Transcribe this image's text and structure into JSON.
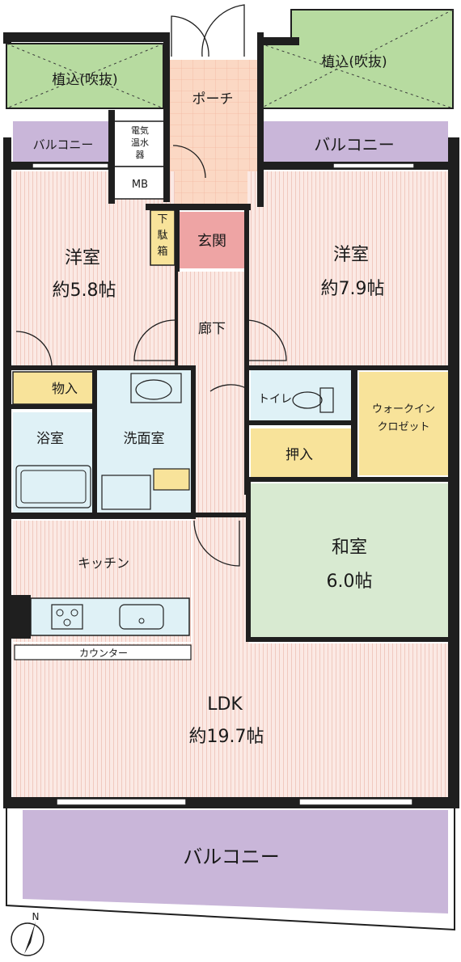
{
  "rooms": {
    "planter_left": "植込(吹抜)",
    "planter_right": "植込(吹抜)",
    "porch": "ポーチ",
    "balcony_top_left": "バルコニー",
    "balcony_top_right": "バルコニー",
    "water_heater": "電気温水器",
    "meter_box": "MB",
    "shoe_cabinet": "下駄箱",
    "entrance": "玄関",
    "western_left": "洋室",
    "western_left_size": "約5.8帖",
    "western_right": "洋室",
    "western_right_size": "約7.9帖",
    "corridor": "廊下",
    "storage": "物入",
    "toilet": "トイレ",
    "walk_in_closet": "ウォークインクロゼット",
    "bathroom": "浴室",
    "washroom": "洗面室",
    "closet": "押入",
    "japanese_room": "和室",
    "japanese_room_size": "6.0帖",
    "kitchen": "キッチン",
    "counter": "カウンター",
    "ldk": "LDK",
    "ldk_size": "約19.7帖",
    "balcony_bottom": "バルコニー"
  },
  "compass": {
    "north": "N"
  },
  "colors": {
    "wall": "#1f1f1f",
    "planter": "#b7dba0",
    "balcony": "#c9b6d9",
    "floor_wood": "#fbe9e4",
    "wood_line": "#f0c9bf",
    "porch": "#fbd8c4",
    "entrance": "#eea4a4",
    "storage": "#f8e39a",
    "wet_area": "#dff1f6",
    "tatami": "#d8ead1"
  }
}
